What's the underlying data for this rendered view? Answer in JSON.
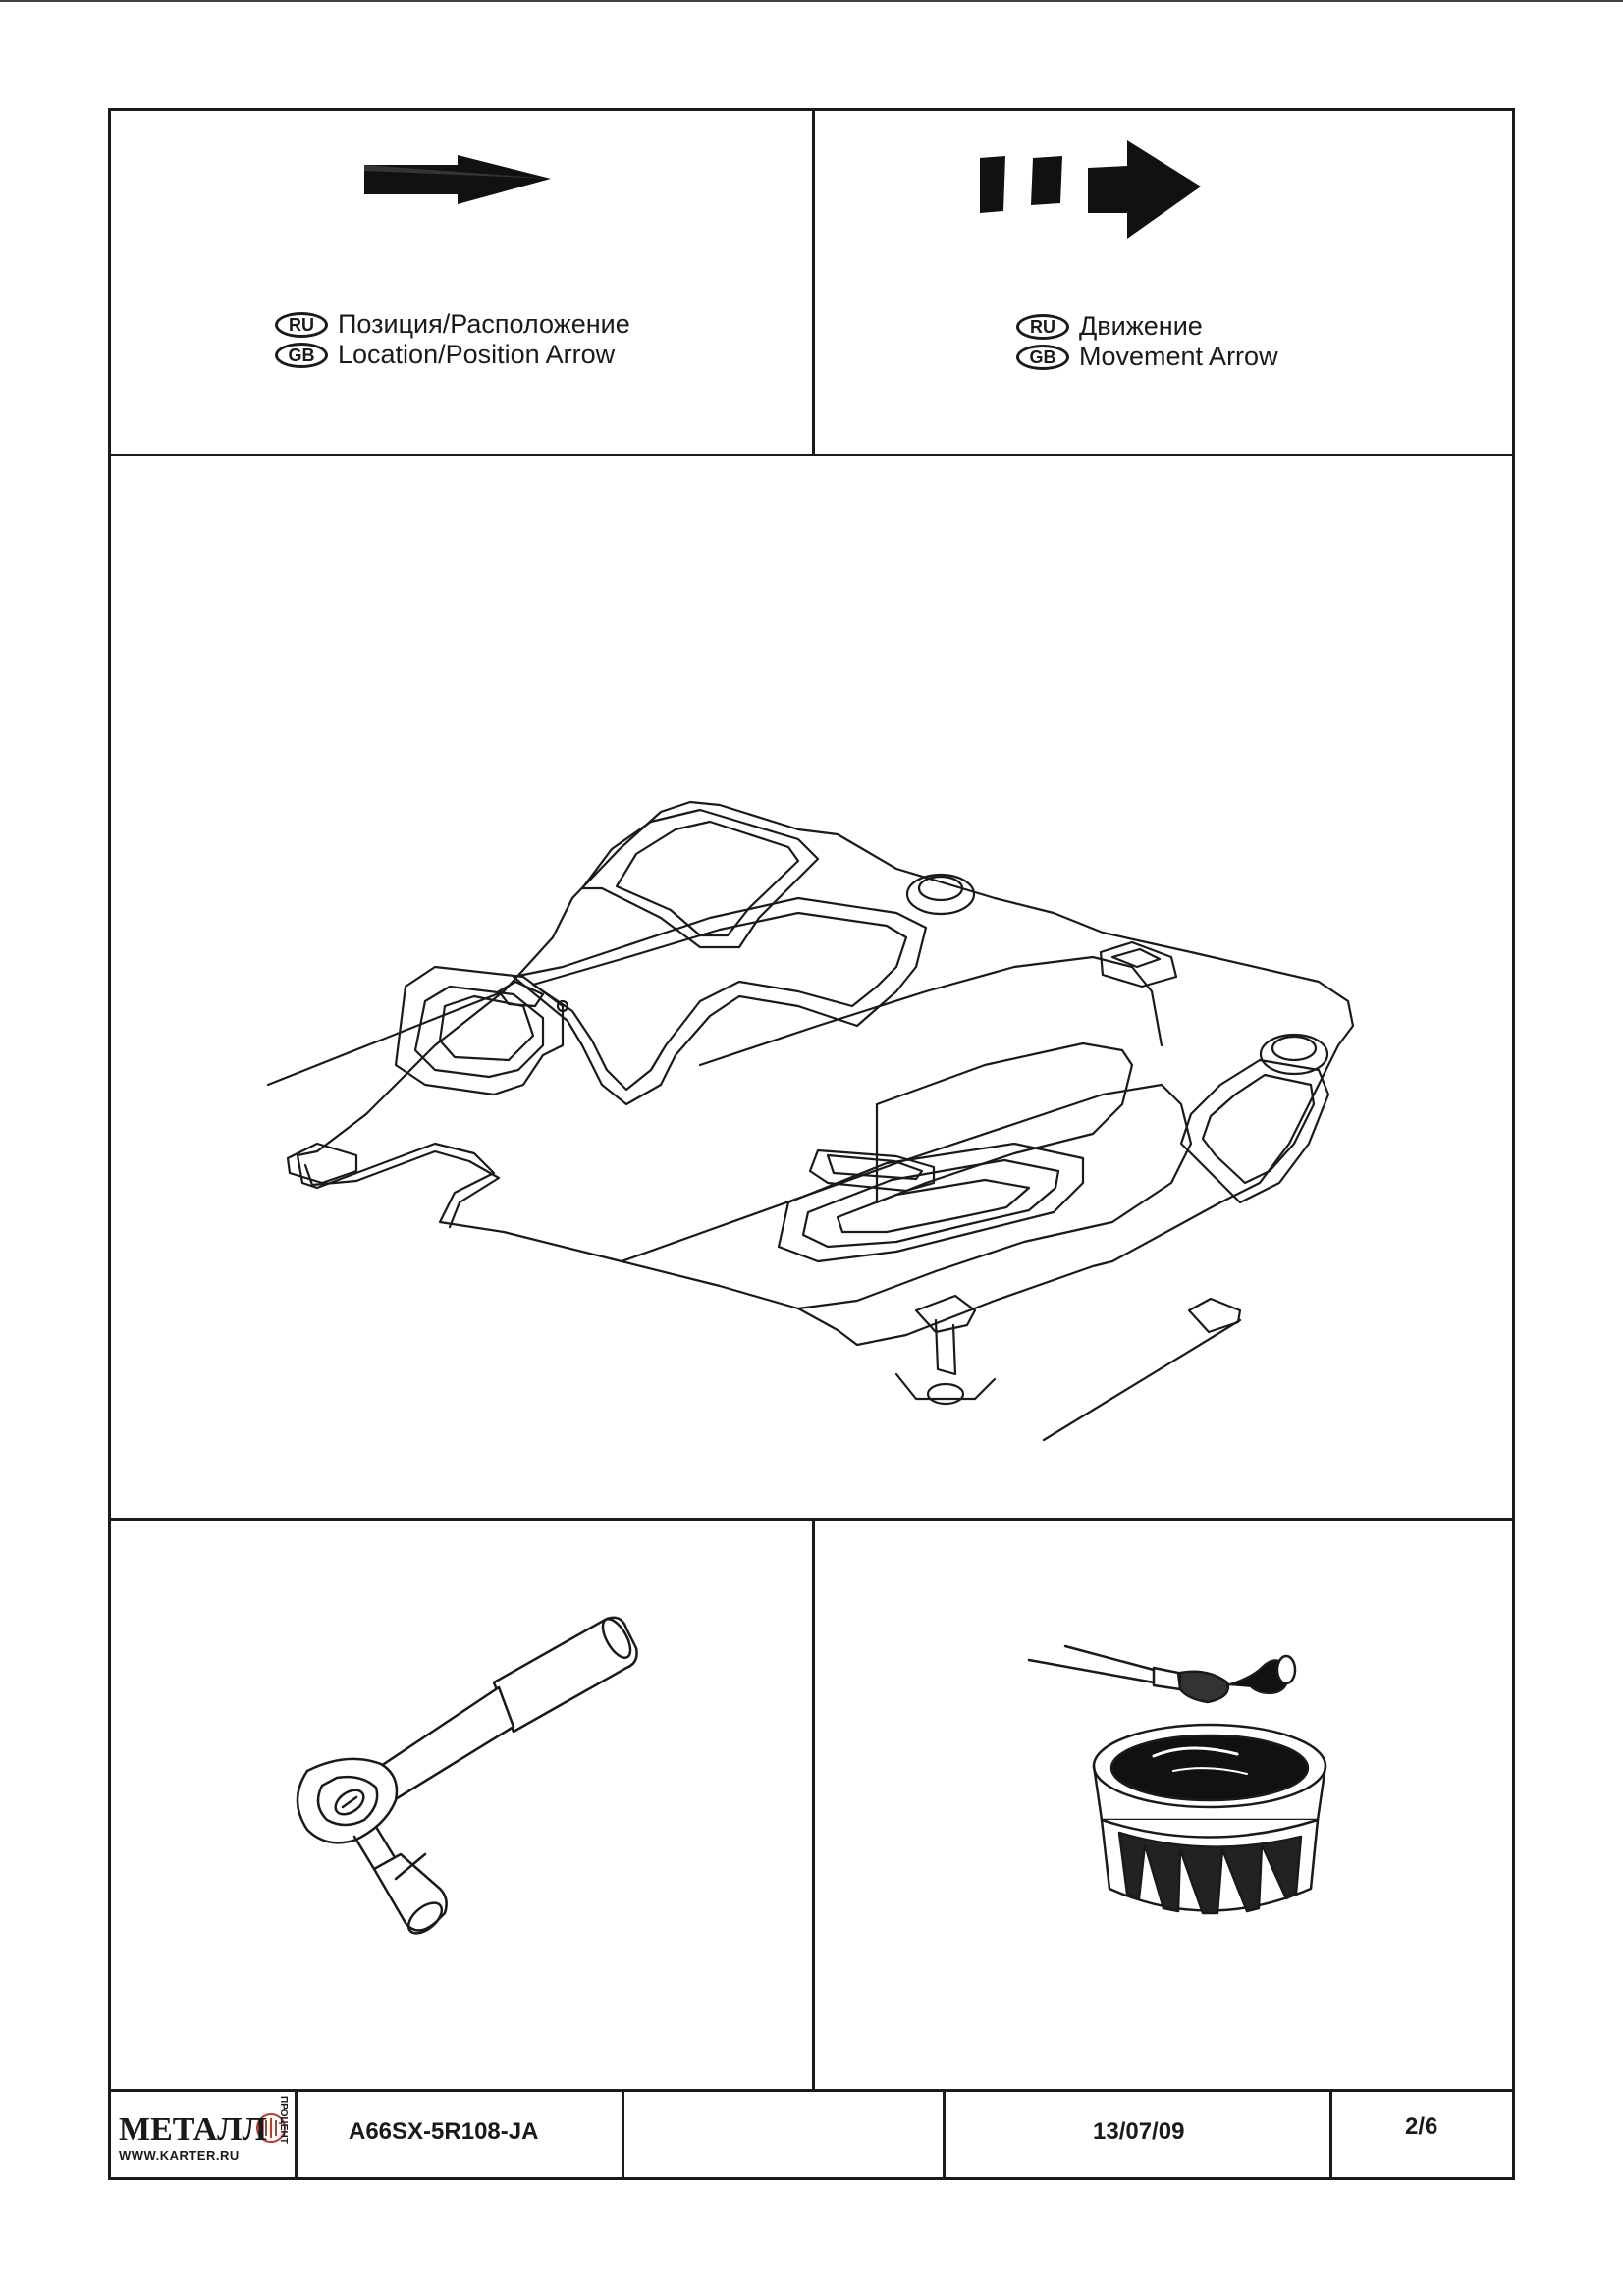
{
  "legend_position": {
    "ru_badge": "RU",
    "gb_badge": "GB",
    "ru_text": "Позиция/Расположение",
    "gb_text": "Location/Position Arrow"
  },
  "legend_movement": {
    "ru_badge": "RU",
    "gb_badge": "GB",
    "ru_text": "Движение",
    "gb_text": "Movement Arrow"
  },
  "footer": {
    "logo_word": "МЕТАЛЛ",
    "logo_url": "WWW.KARTER.RU",
    "logo_vertical": "ПРОЦЕНТ",
    "part_number": "A66SX-5R108-JA",
    "blank_field": "",
    "date": "13/07/09",
    "page": "2/6"
  },
  "icons": {
    "position_arrow": "solid-arrow-icon",
    "movement_arrow": "dashed-arrow-icon",
    "main_drawing": "skid-plate-drawing",
    "tool": "ratchet-wrench-icon",
    "paint": "paint-can-brush-icon",
    "logo": "metallprotect-logo"
  }
}
